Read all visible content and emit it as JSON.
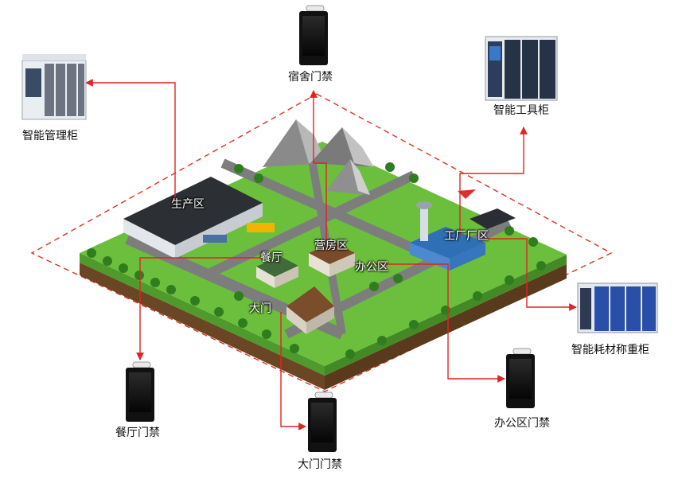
{
  "devices": {
    "management_cabinet": "智能管理柜",
    "dormitory_access": "宿舍门禁",
    "tool_cabinet": "智能工具柜",
    "consumables_cabinet": "智能耗材称重柜",
    "office_access": "办公区门禁",
    "gate_access": "大门门禁",
    "canteen_access": "餐厅门禁"
  },
  "zones": {
    "production": "生产区",
    "barracks": "营房区",
    "canteen": "餐厅",
    "office": "办公区",
    "factory": "工厂厂区",
    "gate": "大门"
  },
  "colors": {
    "connector": "#e02424",
    "boundary": "#e0301e",
    "grass": "#6cbf3c",
    "road": "#7d7d7d",
    "soil": "#6b4624"
  }
}
